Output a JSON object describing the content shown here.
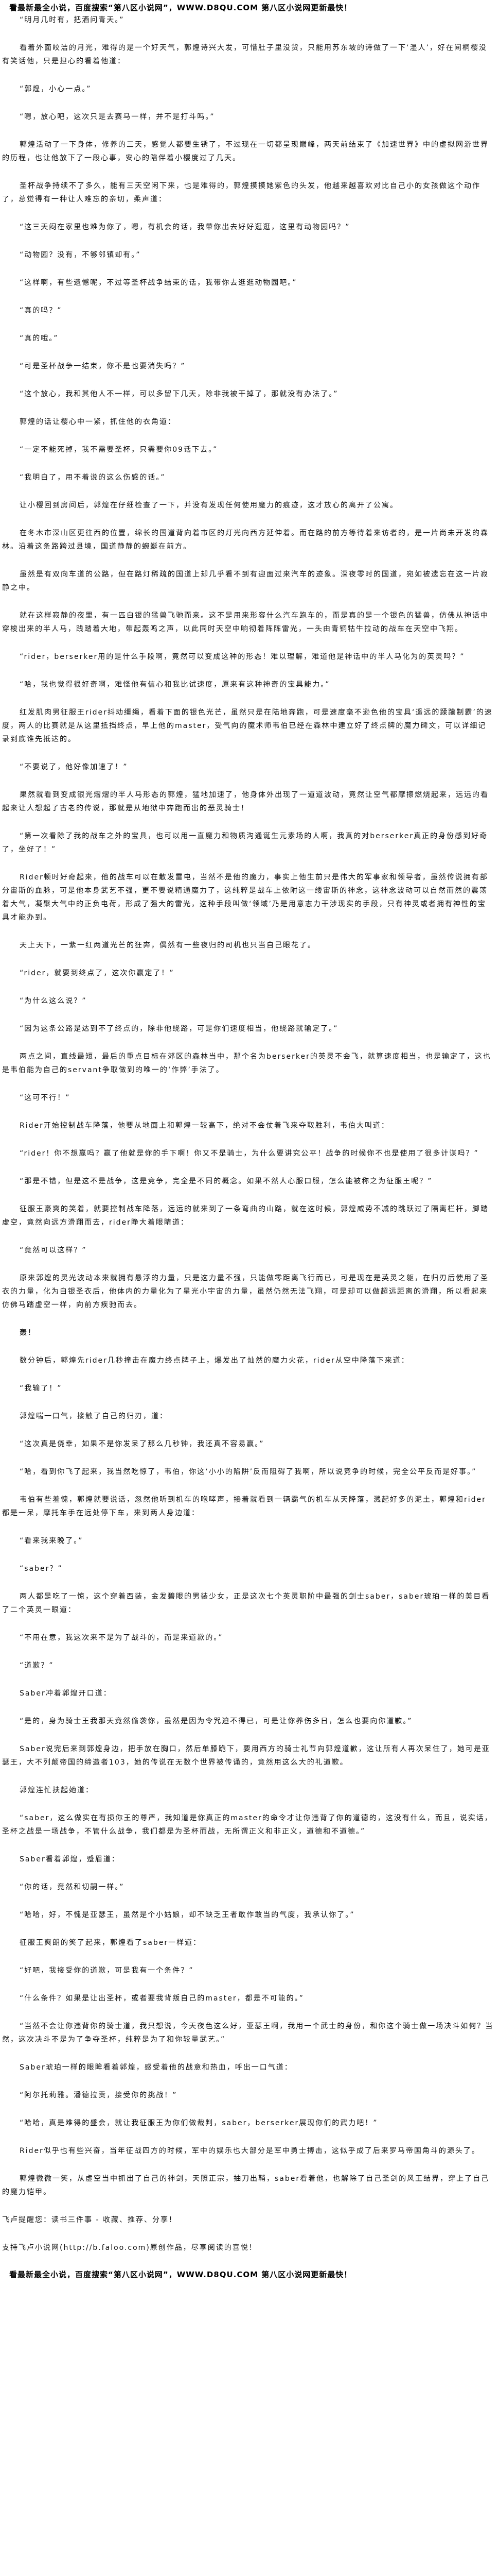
{
  "promo_banner": "看最新最全小说，百度搜索“第八区小说网”，WWW.D8QU.COM 第八区小说网更新最快！",
  "paragraphs": [
    "“明月几时有，把酒问青天。”",
    "看着外面皎洁的月光，难得的是一个好天气，郭煌诗兴大发，可惜肚子里没货，只能用苏东坡的诗做了一下‘湿人’，好在间桐樱没有笑话他，只是担心的看着他道：",
    "“郭煌，小心一点。”",
    "“嗯，放心吧，这次只是去赛马一样，并不是打斗吗。”",
    "郭煌活动了一下身体，修养的三天，感觉人都要生锈了，不过现在一切都呈现巅峰，两天前结束了《加速世界》中的虚拟网游世界的历程，也让他放下了一段心事，安心的陪伴着小樱度过了几天。",
    "圣杯战争持续不了多久，能有三天空闲下来，也是难得的，郭煌摸摸她紫色的头发，他越来越喜欢对比自己小的女孩做这个动作了，总觉得有一种让人难忘的亲切，柔声道：",
    "“这三天闷在家里也难为你了，嗯，有机会的话，我带你出去好好逛逛，这里有动物园吗？”",
    "“动物园？没有，不够邻镇却有。”",
    "“这样啊，有些遗憾呢，不过等圣杯战争结束的话，我带你去逛逛动物园吧。”",
    "“真的吗？”",
    "“真的哦。”",
    "“可是圣杯战争一结束，你不是也要消失吗？”",
    "“这个放心，我和其他人不一样，可以多留下几天，除非我被干掉了，那就没有办法了。”",
    "郭煌的话让樱心中一紧，抓住他的衣角道：",
    "“一定不能死掉，我不需要圣杯，只需要你09话下去。”",
    "“我明白了，用不着说的这么伤感的话。”",
    "让小樱回到房间后，郭煌在仔细检查了一下，并没有发现任何使用魔力的痕迹，这才放心的离开了公寓。",
    "在冬木市深山区更往西的位置，绵长的国道背向着市区的灯光向西方延伸着。而在路的前方等待着来访者的，是一片尚未开发的森林。沿着这条路跨过县境，国道静静的蜿蜒在前方。",
    "虽然是有双向车道的公路，但在路灯稀疏的国道上却几乎看不到有迎面过来汽车的迹象。深夜零时的国道，宛如被遗忘在这一片寂静之中。",
    "就在这样寂静的夜里，有一匹白银的猛兽飞驰而来。这不是用来形容什么汽车跑车的，而是真的是一个银色的猛兽，仿佛从神话中穿梭出来的半人马，践踏着大地，带起轰鸣之声，以此同时天空中响彻着阵阵雷光，一头由青铜牯牛拉动的战车在天空中飞翔。",
    "“rider，berserker用的是什么手段啊，竟然可以变成这种的形态！难以理解，难道他是神话中的半人马化为的英灵吗？”",
    "“哈，我也觉得很好奇啊，难怪他有信心和我比试速度，原来有这种神奇的宝具能力。”",
    "红发肌肉男征服王rider抖动缰绳，看着下面的银色光芒，虽然只是在陆地奔跑，可是速度毫不逊色他的宝具‘遥远的蹂躏制霸’的速度，两人的比赛就是从这里抵挡终点，早上他的master，受气向的魔术师韦伯已经在森林中建立好了终点牌的魔力碑文，可以详细记录到底谁先抵达的。",
    "“不要说了，他好像加速了！”",
    "果然就看到变成银光熠熠的半人马形态的郭煌，猛地加速了，他身体外出现了一道道波动，竟然让空气都摩擦燃烧起来，远远的看起来让人想起了古老的传说，那就是从地狱中奔跑而出的恶灵骑士！",
    "“第一次看除了我的战车之外的宝具，也可以用一直魔力和物质沟通诞生元素场的人啊，我真的对berserker真正的身份感到好奇了，坐好了！”",
    "Rider顿时好奇起来，他的战车可以在散发雷电，当然不是他的魔力，事实上他生前只是伟大的军事家和领导者，虽然传说拥有部分宙斯的血脉，可是他本身武艺不强，更不要说精通魔力了，这纯粹是战车上依附这一缕宙斯的神念，这神念波动可以自然而然的震荡着大气，凝聚大气中的正负电荷，形成了强大的雷光，这种手段叫做‘领域’乃是用意志力干涉现实的手段，只有神灵或者拥有神性的宝具才能办到。",
    "天上天下，一紫一红两道光芒的狂奔，偶然有一些夜归的司机也只当自己眼花了。",
    "“rider，就要到终点了，这次你赢定了！”",
    "“为什么这么说？”",
    "“因为这条公路是达到不了终点的，除非他绕路，可是你们速度相当，他绕路就输定了。”",
    "两点之间，直线最短，最后的重点目标在郊区的森林当中，那个名为berserker的英灵不会飞，就算速度相当，也是输定了，这也是韦伯能为自己的servant争取做到的唯一的‘作弊’手法了。",
    "“这可不行！”",
    "Rider开始控制战车降落，他要从地面上和郭煌一较高下，绝对不会仗着飞来夺取胜利，韦伯大叫道：",
    "“rider！你不想赢吗？赢了他就是你的手下啊！你又不是骑士，为什么要讲究公平！战争的时候你不也是使用了很多计谋吗？”",
    "“那是不错，但是这不是战争，这是竞争，完全是不同的概念。如果不然人心服口服，怎么能被称之为征服王呢？”",
    "征服王豪爽的笑着，就要控制战车降落，远远的就来到了一条弯曲的山路，就在这时候，郭煌威势不减的跳跃过了隔离栏杆，脚踏虚空，竟然向远方滑翔而去，rider睁大着眼睛道：",
    "“竟然可以这样？”",
    "原来郭煌的灵光波动本来就拥有悬浮的力量，只是这力量不强，只能做零距离飞行而已，可是现在是英灵之躯，在归刃后使用了圣衣的力量，化为白银圣衣后，他体内的力量化为了星光小宇宙的力量，虽然仍然无法飞翔，可是却可以做超远距离的滑翔，所以看起来仿佛马踏虚空一样，向前方疾驰而去。",
    "轰！",
    "数分钟后，郭煌先rider几秒撞击在魔力终点牌子上，爆发出了灿然的魔力火花，rider从空中降落下来道：",
    "“我输了！”",
    "郭煌喘一口气，接触了自己的归刃，道：",
    "“这次真是侥幸，如果不是你发呆了那么几秒钟，我还真不容易赢。”",
    "“哈，看到你飞了起来，我当然吃惊了，韦伯，你这‘小小的陷阱’反而阻碍了我啊，所以说竞争的时候，完全公平反而是好事。”",
    "韦伯有些羞愧，郭煌就要说话，忽然他听到机车的咆哮声，接着就看到一辆霸气的机车从天降落，溅起好多的泥土，郭煌和rider都是一呆，摩托车手在远处停下车，来到两人身边道：",
    "“看来我来晚了。”",
    "“saber？”",
    "两人都是吃了一惊，这个穿着西装，金发碧眼的男装少女，正是这次七个英灵职阶中最强的剑士saber，saber琥珀一样的美目看了二个英灵一眼道：",
    "“不用在意，我这次来不是为了战斗的，而是来道歉的。”",
    "“道歉？”",
    "Saber冲着郭煌开口道：",
    "“是的，身为骑士王我那天竟然偷袭你，虽然是因为令咒迫不得已，可是让你养伤多日，怎么也要向你道歉。”",
    "Saber说完后来到郭煌身边，把手放在胸口，然后单膝跪下，要用西方的骑士礼节向郭煌道歉，这让所有人再次呆住了，她可是亚瑟王，大不列颠帝国的缔造者103，她的传说在无数个世界被传诵的，竟然用这么大的礼道歉。",
    "郭煌连忙扶起她道：",
    "“saber，这么做实在有损你王的尊严，我知道是你真正的master的命令才让你违背了你的道德的，这没有什么，而且，说实话，圣杯之战是一场战争，不管什么战争，我们都是为圣杯而战，无所谓正义和非正义，道德和不道德。”",
    "Saber看着郭煌，蹙眉道：",
    "“你的话，竟然和切嗣一样。”",
    "“哈哈，好，不愧是亚瑟王，虽然是个小姑娘，却不缺乏王者敢作敢当的气度，我承认你了。”",
    "征服王爽朗的笑了起来，郭煌看了saber一样道：",
    "“好吧，我接受你的道歉，可是我有一个条件？”",
    "“什么条件？如果是让出圣杯，或者要我背叛自己的master，都是不可能的。”",
    "“当然不会让你违背你的骑士道，我只想说，今天夜色这么好，亚瑟王啊，我用一个武士的身份，和你这个骑士做一场决斗如何？当然，这次决斗不是为了争夺圣杯，纯粹是为了和你较量武艺。”",
    "Saber琥珀一样的眼眸看着郭煌，感受着他的战意和热血，呼出一口气道：",
    "“阿尔托莉雅。潘德拉贡，接受你的挑战！”",
    "“哈哈，真是难得的盛会，就让我征服王为你们做裁判，saber，berserker展现你们的武力吧！”",
    "Rider似乎也有些兴奋，当年征战四方的时候，军中的娱乐也大部分是军中勇士搏击，这似乎成了后来罗马帝国角斗的源头了。",
    "郭煌微微一笑，从虚空当中抓出了自己的神剑，天照正宗，抽刀出鞘，saber看着他，也解除了自己圣剑的风王结界，穿上了自己的魔力铠甲。"
  ],
  "footer": {
    "reminder": "飞卢提醒您：读书三件事 - 收藏、推荐、分享！",
    "support": "支持飞卢小说网(http://b.faloo.com)原创作品，尽享阅读的喜悦！"
  }
}
